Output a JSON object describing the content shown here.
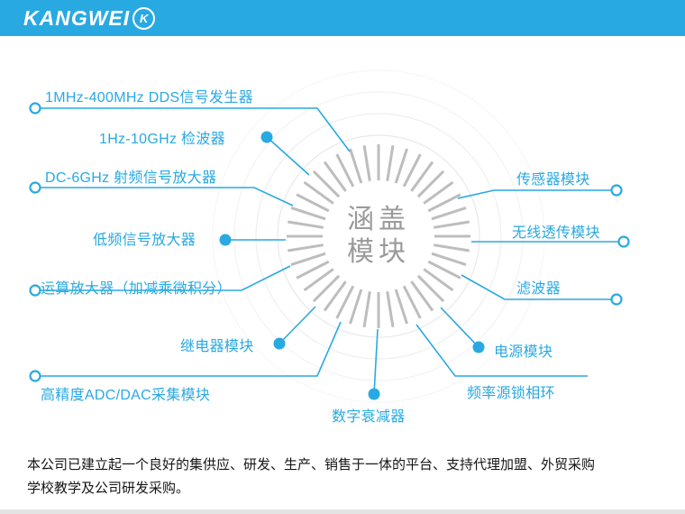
{
  "header": {
    "brand": "KANGWEI",
    "logo_letter": "K"
  },
  "center": {
    "line1": "涵盖",
    "line2": "模块"
  },
  "modules": {
    "dds": "1MHz-400MHz  DDS信号发生器",
    "detector": "1Hz-10GHz  检波器",
    "rf_amp": "DC-6GHz  射频信号放大器",
    "lf_amp": "低频信号放大器",
    "op_amp": "运算放大器（加减乘微积分）",
    "relay": "继电器模块",
    "adc_dac": "高精度ADC/DAC采集模块",
    "attenuator": "数字衰减器",
    "sensor": "传感器模块",
    "wireless": "无线透传模块",
    "filter": "滤波器",
    "power": "电源模块",
    "pll": "频率源锁相环"
  },
  "footer": {
    "line1": "本公司已建立起一个良好的集供应、研发、生产、销售于一体的平台、支持代理加盟、外贸采购",
    "line2": "学校教学及公司研发采购。"
  },
  "colors": {
    "accent": "#29a9e2",
    "header_bg": "#29a9e2",
    "center_text": "#9a9a9a",
    "tick": "#bdbdbd",
    "rings": [
      "#e9e9e9",
      "#efefef",
      "#f3f3f3",
      "#f7f7f7"
    ]
  }
}
